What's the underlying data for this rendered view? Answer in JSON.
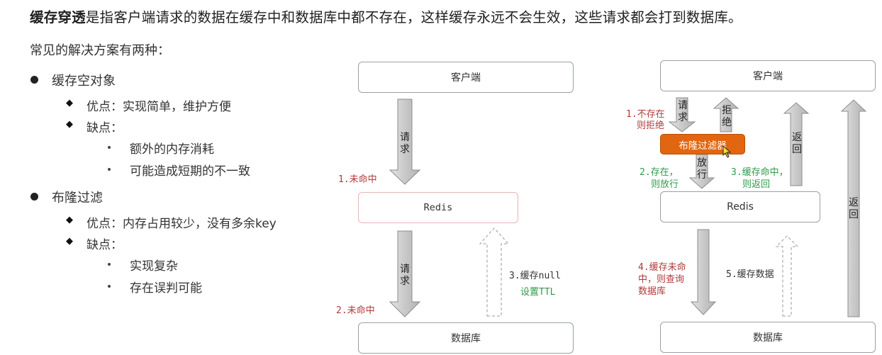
{
  "intro": {
    "term": "缓存穿透",
    "text": "是指客户端请求的数据在缓存中和数据库中都不存在，这样缓存永远不会生效，这些请求都会打到数据库。"
  },
  "solutions_heading": "常见的解决方案有两种：",
  "solutions": [
    {
      "title": "缓存空对象",
      "pros": "优点：实现简单，维护方便",
      "cons_label": "缺点：",
      "cons": [
        "额外的内存消耗",
        "可能造成短期的不一致"
      ]
    },
    {
      "title": "布隆过滤",
      "pros": "优点：内存占用较少，没有多余key",
      "cons_label": "缺点：",
      "cons": [
        "实现复杂",
        "存在误判可能"
      ]
    }
  ],
  "diagram1": {
    "client": "客户端",
    "redis": "Redis",
    "db": "数据库",
    "request1": "请求",
    "request2": "请求",
    "miss1": "1.未命中",
    "miss2": "2.未命中",
    "cache_null": "3.缓存null",
    "set_ttl": "设置TTL"
  },
  "diagram2": {
    "client": "客户端",
    "redis": "Redis",
    "db": "数据库",
    "filter": "布隆过滤器",
    "request": "请求",
    "reject": "拒绝",
    "pass": "放行",
    "return1": "返回",
    "return2": "返回",
    "not_exist_line1": "1.不存在",
    "not_exist_line2": "则拒绝",
    "exist_line1": "2.存在，",
    "exist_line2": "则放行",
    "hit_line1": "3.缓存命中，",
    "hit_line2": "则返回",
    "miss_line1": "4.缓存未命",
    "miss_line2": "中，则查询",
    "miss_line3": "数据库",
    "cache_data": "5.缓存数据"
  },
  "colors": {
    "filter_fill": "#e2660f",
    "label_red": "#b03a3a",
    "label_green": "#2d9a48",
    "arrow_gray": "#d0d0d0"
  }
}
